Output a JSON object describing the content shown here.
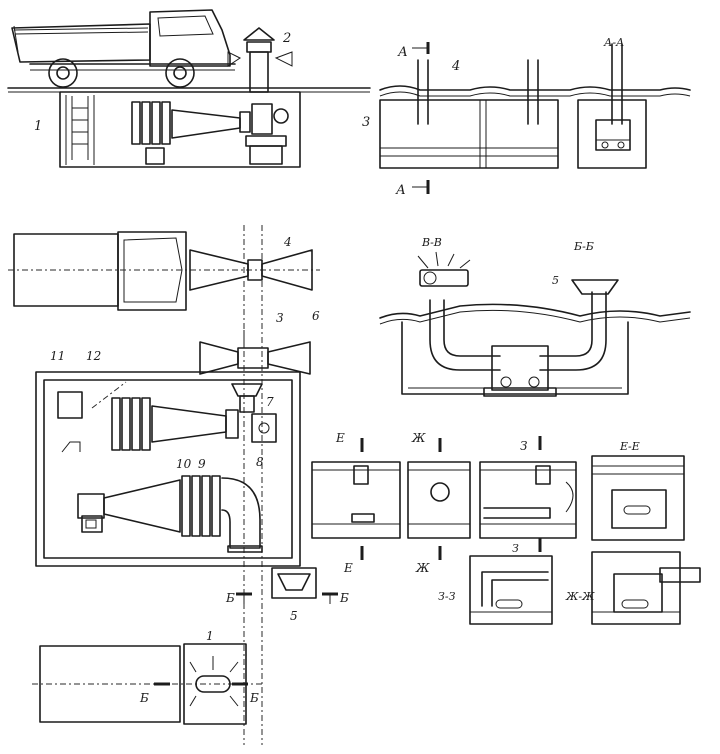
{
  "labels": {
    "n1_top": "1",
    "n2_top": "2",
    "n3_top": "3",
    "n4_top": "4",
    "secA_top": "А",
    "secA_bottom": "А",
    "secAA_title": "А-А",
    "n4_mid": "4",
    "n3_mid": "3",
    "n6_mid": "6",
    "secVV_title": "В-В",
    "secBB_title": "Б-Б",
    "n5_mid": "5",
    "n11": "11",
    "n12": "12",
    "n7": "7",
    "n8": "8",
    "n10": "10",
    "n9": "9",
    "secE_top": "Е",
    "secZh_top": "Ж",
    "secZ_top": "З",
    "secEE_title": "Е-Е",
    "secE_bottom": "Е",
    "secZh_bottom": "Ж",
    "secZ_mid": "З",
    "secZZ_title": "З-З",
    "secZhZh_title": "Ж-Ж",
    "secB_left": "Б",
    "n5_bottom": "5",
    "secB_right": "Б",
    "n1_bottom": "1",
    "secB_low_left": "Б",
    "secB_low_right": "Б"
  }
}
